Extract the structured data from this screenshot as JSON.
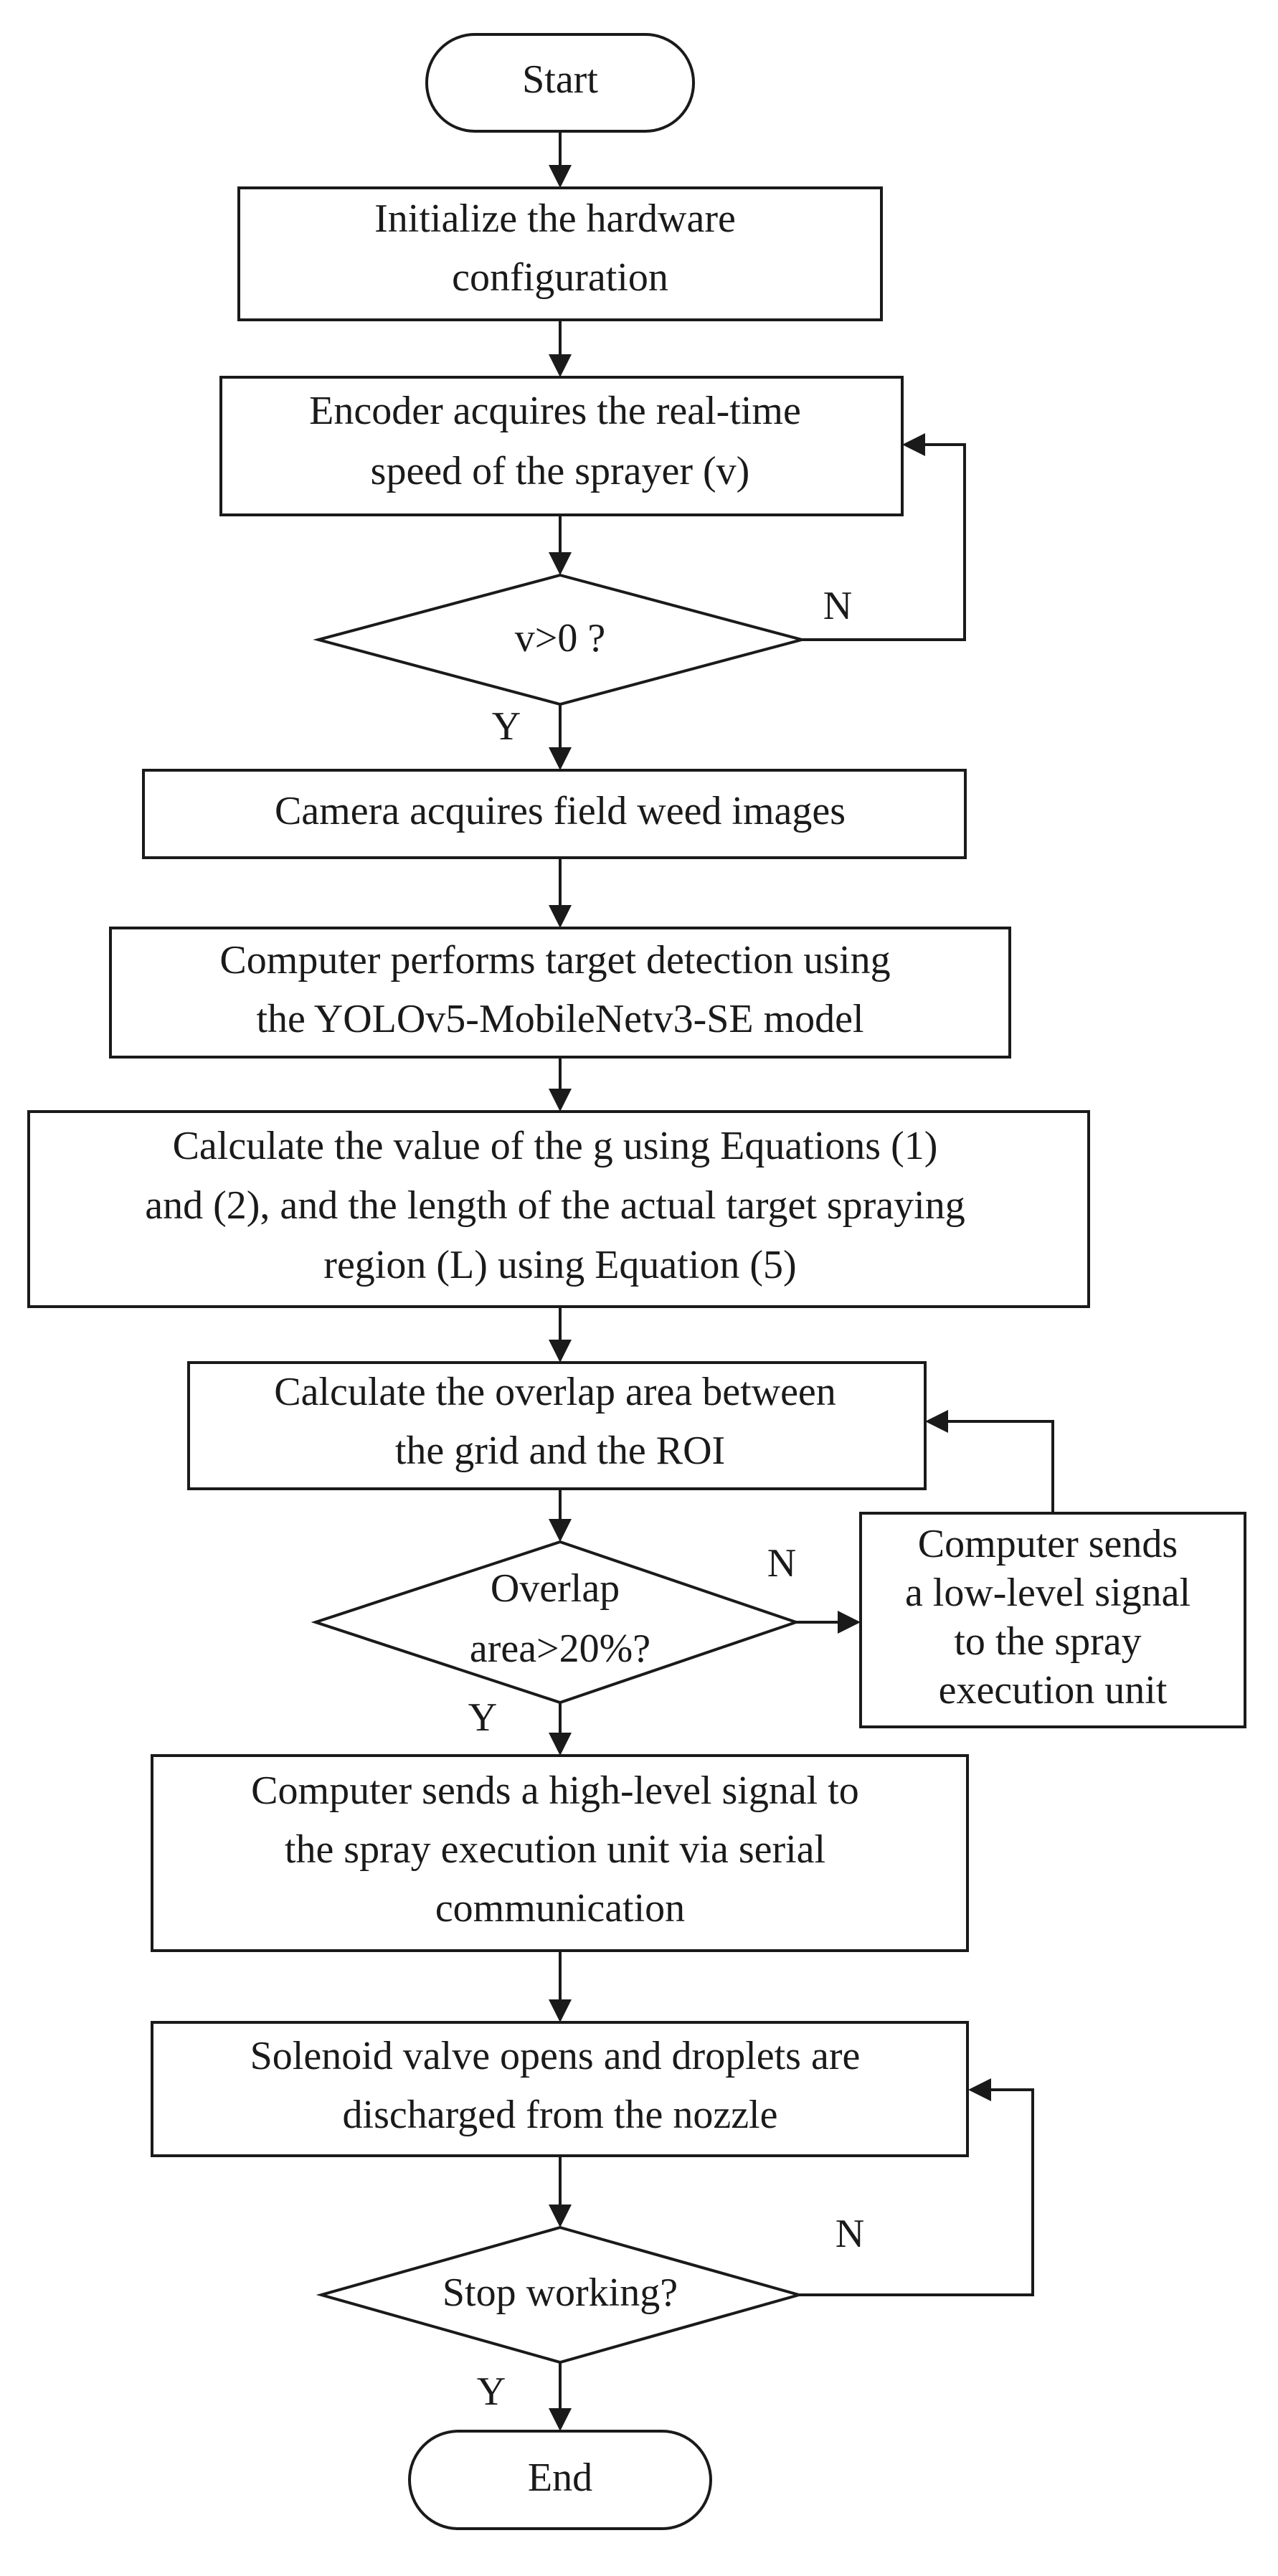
{
  "nodes": {
    "start": {
      "lines": [
        "Start"
      ]
    },
    "init": {
      "lines": [
        "Initialize  the hardware",
        "configuration"
      ]
    },
    "encoder": {
      "lines": [
        "Encoder acquires the real-time",
        "speed of the sprayer (​v​)"
      ]
    },
    "v_check": {
      "lines": [
        "v>0 ?"
      ]
    },
    "camera": {
      "lines": [
        "Camera acquires field weed images"
      ]
    },
    "detect": {
      "lines": [
        "Computer  performs target detection using",
        "the YOLOv5-MobileNetv3-SE model"
      ]
    },
    "calc_g": {
      "lines": [
        "Calculate the  value of the g  using Equations (1)",
        "and (2), and the length of the actual target spraying",
        "region (L) using Equation (5)"
      ]
    },
    "overlap_calc": {
      "lines": [
        "Calculate the overlap area between",
        "the grid and the ROI"
      ]
    },
    "overlap_check": {
      "lines": [
        "Overlap",
        "area>20%?"
      ]
    },
    "low_signal": {
      "lines": [
        "Computer sends",
        "a low-level signal",
        "to the spray",
        "execution unit"
      ]
    },
    "high_signal": {
      "lines": [
        "Computer sends a high-level signal to",
        "the spray execution unit via serial",
        "communication"
      ]
    },
    "valve": {
      "lines": [
        "Solenoid valve opens and droplets are",
        "discharged from the nozzle"
      ]
    },
    "stop_check": {
      "lines": [
        "Stop working?"
      ]
    },
    "end": {
      "lines": [
        "End"
      ]
    }
  },
  "edge_labels": {
    "v_no": "N",
    "v_yes": "Y",
    "overlap_no": "N",
    "overlap_yes": "Y",
    "stop_no": "N",
    "stop_yes": "Y"
  }
}
